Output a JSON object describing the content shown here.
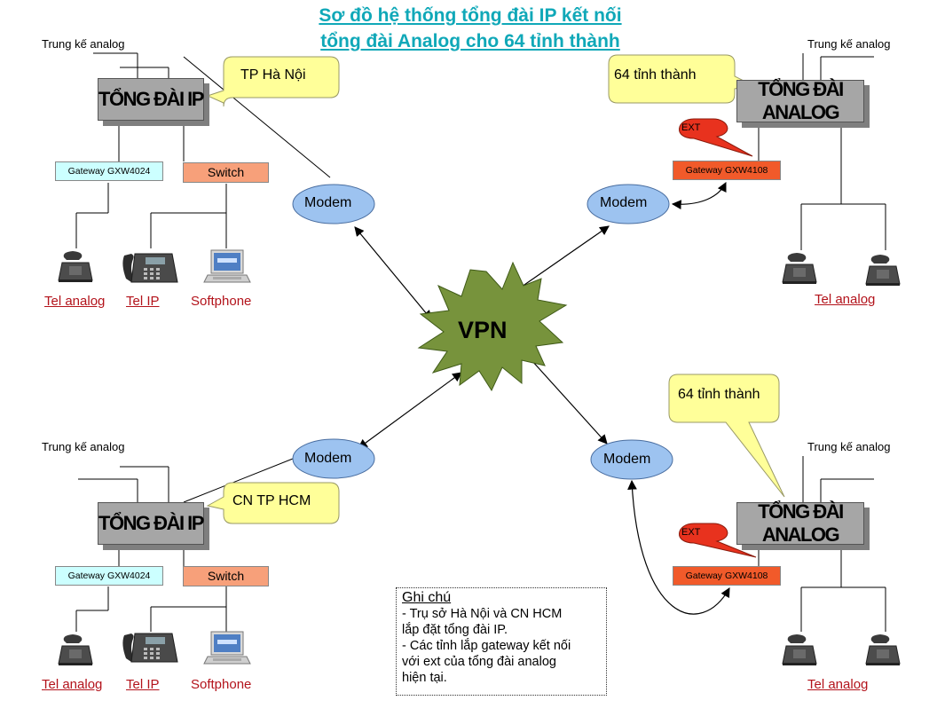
{
  "title": {
    "line1": "Sơ đồ hệ thống tổng đài IP kết nối",
    "line2": "tổng đài Analog cho 64 tỉnh thành "
  },
  "center": {
    "label": "VPN"
  },
  "modem_label": "Modem",
  "trunk_label": "Trung kế analog",
  "ip_pbx_label": "TỔNG ĐÀI IP",
  "analog_pbx_label": "TỔNG ĐÀI ANALOG",
  "gw_4024_label": "Gateway GXW4024",
  "gw_4108_label": "Gateway GXW4108",
  "switch_label": "Switch",
  "ext_label": "EXT",
  "tel_analog_label": "Tel analog",
  "tel_ip_label": "Tel IP",
  "softphone_label": "Softphone",
  "callouts": {
    "hanoi": "TP Hà Nội",
    "hcm": "CN TP HCM",
    "provinces_top": "64 tỉnh thành",
    "provinces_bottom": "64 tỉnh thành"
  },
  "note": {
    "heading": "Ghi chú",
    "line1": "- Trụ sở Hà Nội và CN HCM",
    "line2": "lắp đặt tổng đài IP.",
    "line3": "- Các tỉnh lắp gateway kết nối",
    "line4": "với ext của tổng đài analog",
    "line5": "hiện tại."
  },
  "colors": {
    "title": "#10a8b8",
    "vpn_star": "#77933c",
    "modem_fill": "#9dc3f0",
    "callout_fill": "#ffff99",
    "ext_fill": "#e8321e",
    "gateway_red": "#f15a2a",
    "gateway_cyan": "#ccffff",
    "switch": "#f7a07a"
  }
}
